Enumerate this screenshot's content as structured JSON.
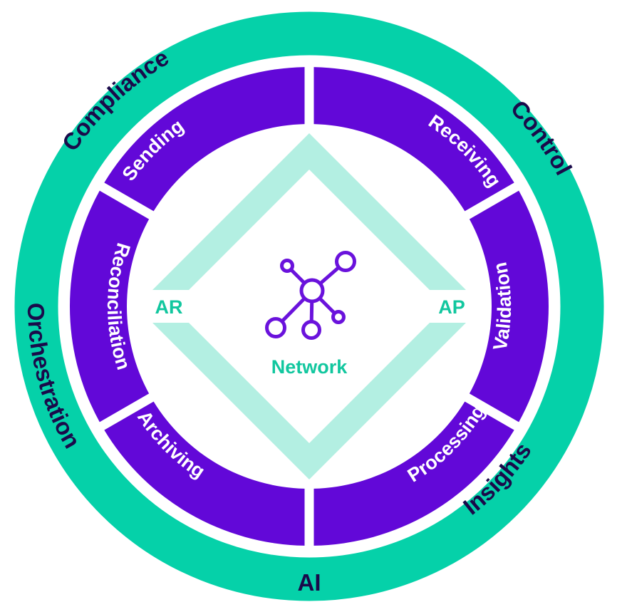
{
  "colors": {
    "outer_ring": "#05d1a9",
    "outer_ring_text": "#1a0a4a",
    "segment_fill": "#6208d8",
    "segment_text": "#ffffff",
    "diamond": "#b3efe2",
    "accent_text": "#12c79f",
    "icon": "#6a12dc"
  },
  "outer_ring": {
    "labels": [
      {
        "text": "Compliance",
        "position": "top-left"
      },
      {
        "text": "Control",
        "position": "top-right"
      },
      {
        "text": "Insights",
        "position": "bottom-right"
      },
      {
        "text": "AI",
        "position": "bottom"
      },
      {
        "text": "Orchestration",
        "position": "left"
      }
    ]
  },
  "segments": [
    {
      "label": "Receiving"
    },
    {
      "label": "Validation"
    },
    {
      "label": "Processing"
    },
    {
      "label": "Archiving"
    },
    {
      "label": "Reconciliation"
    },
    {
      "label": "Sending"
    }
  ],
  "diamond": {
    "left_label": "AR",
    "right_label": "AP"
  },
  "center": {
    "icon": "network-icon",
    "label": "Network"
  }
}
